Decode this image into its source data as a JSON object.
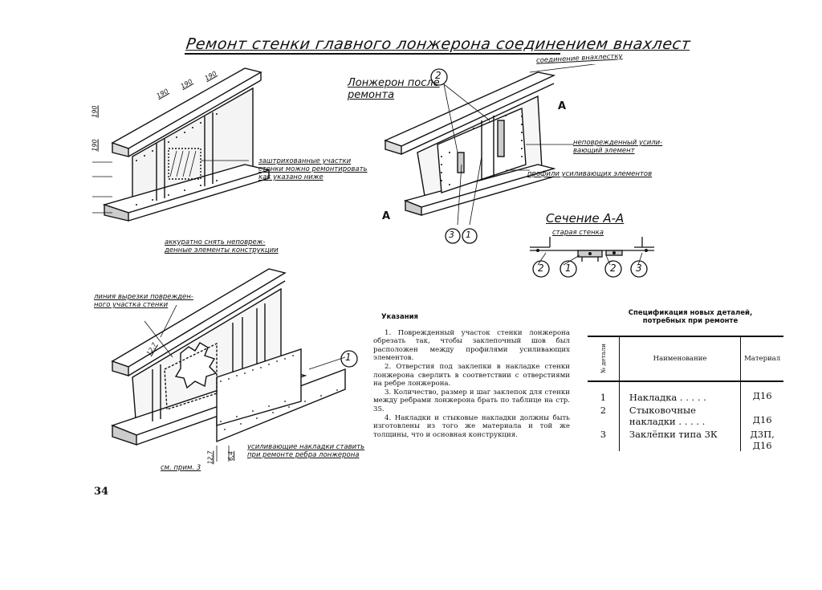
{
  "title": "Ремонт стенки главного лонжерона соединением внахлест",
  "labels": {
    "hatched_areas": [
      "заштрихованные участки",
      "стенки можно ремонтировать",
      "как указано ниже"
    ],
    "spar_after_repair": [
      "Лонжерон после",
      "ремонта"
    ],
    "overlap_joint": "соединение внахлестку",
    "undamaged_stiffener": [
      "неповрежденный усили-",
      "вающий элемент"
    ],
    "stiffener_profiles": "профили усиливающих элементов",
    "section_aa": "Сечение А-А",
    "old_web": "старая стенка",
    "carefully_removed": [
      "аккуратно снять неповреж-",
      "денные элементы конструкции"
    ],
    "cut_line": [
      "линия вырезки поврежден-",
      "ного участка стенки"
    ],
    "reinforcing_plates": [
      "усиливающие накладки ставить",
      "при ремонте ребра лонжерона"
    ],
    "see_note": "см. прим. 3",
    "dims": [
      "190",
      "190",
      "190",
      "190",
      "190",
      "12,7",
      "12,7",
      "6,4"
    ],
    "section_marker": "A",
    "callouts": [
      "2",
      "3",
      "1",
      "2",
      "1",
      "2",
      "3",
      "1"
    ]
  },
  "instructions": {
    "heading": "Указания",
    "items": [
      "1. Поврежденный участок стенки лонжерона обрезать так, чтобы заклепочный шов был расположен между профилями усиливающих элементов.",
      "2. Отверстия под заклепки в накладке стенки лонжерона сверлить в соответствии с отверстиями на ребре лонжерона.",
      "3. Количество, размер и шаг заклепок для стенки между ребрами лонжерона брать по таблице на стр. 35.",
      "4. Накладки и стыковые накладки должны быть изготовлены из того же материала и той же толщины, что и основная конструкция."
    ]
  },
  "spec": {
    "heading": [
      "Спецификация новых деталей,",
      "потребных при ремонте"
    ],
    "columns": [
      "№ детали",
      "Наименование",
      "Материал"
    ],
    "rows": [
      {
        "num": "1",
        "name": "Накладка . . . . .",
        "material": "Д16"
      },
      {
        "num": "2",
        "name": "Стыковочные накладки . . . . .",
        "material": "Д16"
      },
      {
        "num": "3",
        "name": "Заклёпки типа 3К",
        "material": "Д3П, Д16"
      }
    ]
  },
  "page_number": "34"
}
